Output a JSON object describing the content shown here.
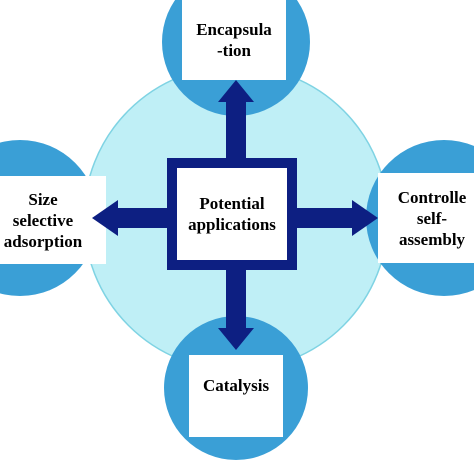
{
  "colors": {
    "ring": "#bfeff6",
    "ring_stroke": "#7fd3e3",
    "node": "#3a9fd6",
    "arrow": "#0d1f82",
    "box_fill": "#ffffff"
  },
  "center": {
    "lines": [
      "Potential",
      "applications"
    ]
  },
  "nodes": {
    "top": {
      "lines": [
        "Encapsula",
        "-tion"
      ]
    },
    "left": {
      "lines": [
        "Size",
        "selective",
        "adsorption"
      ]
    },
    "right": {
      "lines": [
        "Controlle",
        "self-",
        "assembly"
      ]
    },
    "bottom": {
      "lines": [
        "Catalysis"
      ]
    }
  }
}
